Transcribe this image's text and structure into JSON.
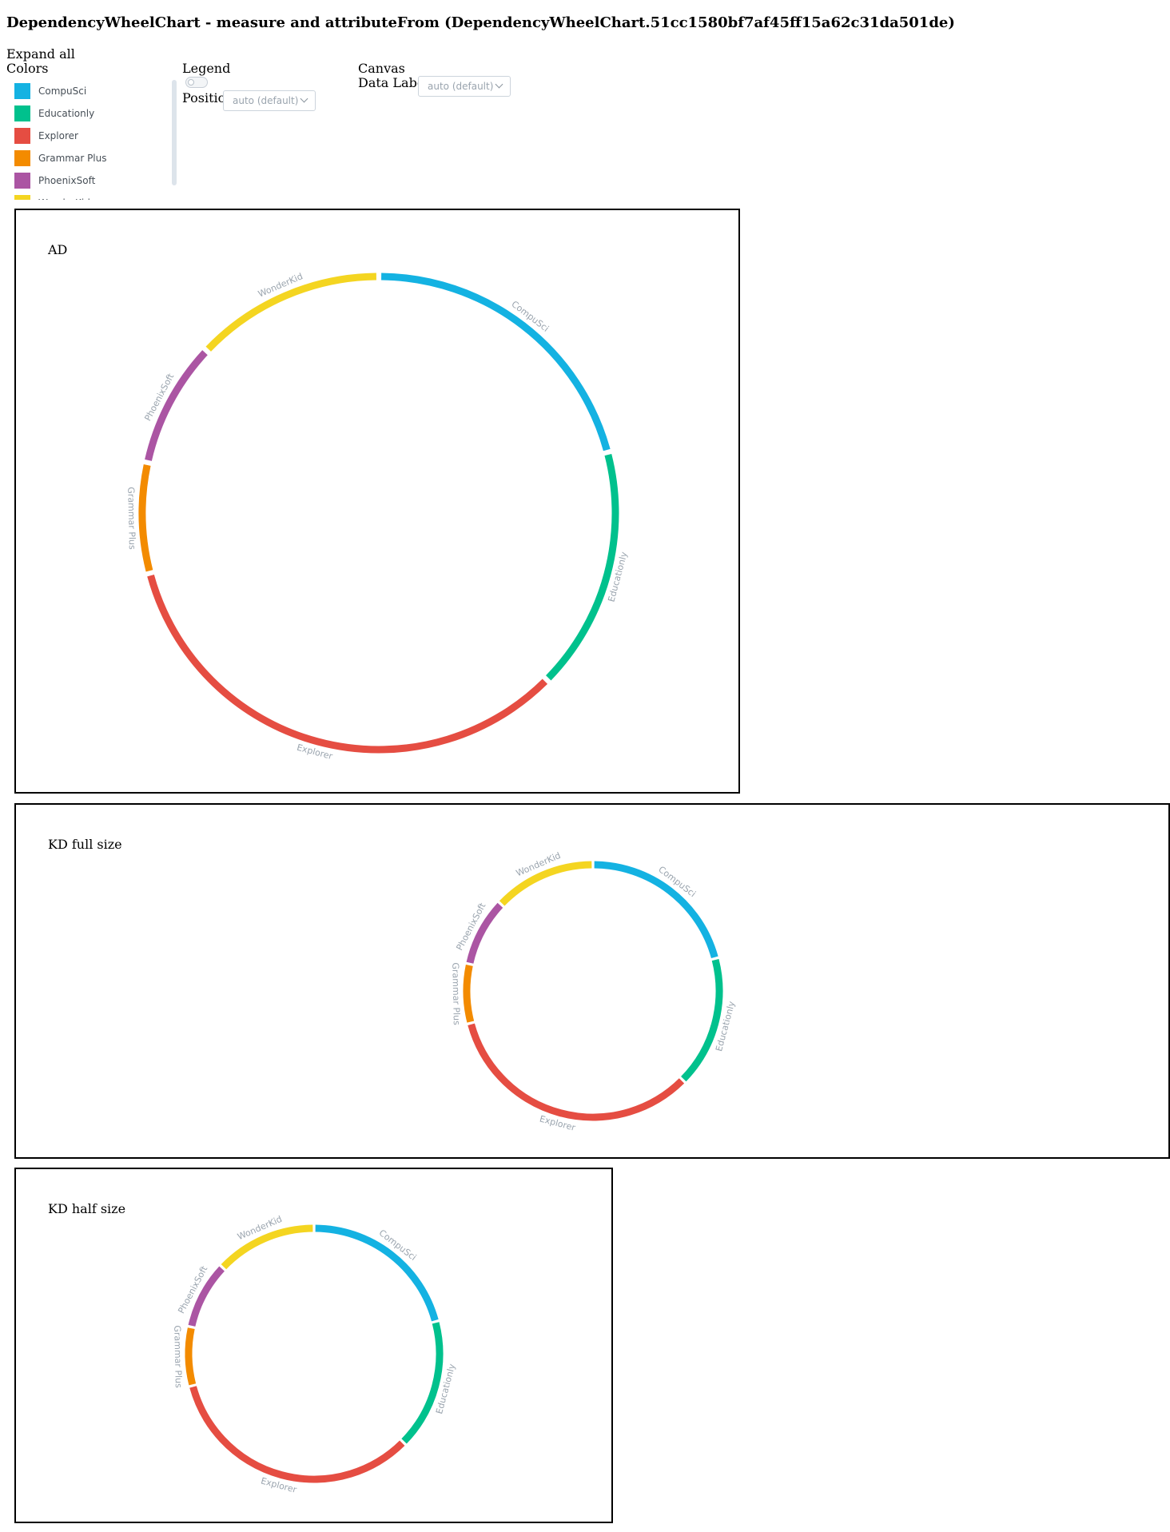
{
  "page": {
    "title": "DependencyWheelChart - measure and attributeFrom (DependencyWheelChart.51cc1580bf7af45ff15a62c31da501de)",
    "expand_all": "Expand all"
  },
  "controls": {
    "colors_label": "Colors",
    "legend_label": "Legend",
    "position_label": "Position",
    "position_value": "auto (default)",
    "canvas_label": "Canvas",
    "data_labels_label": "Data Labels",
    "data_labels_value": "auto (default)",
    "legend_enabled": false
  },
  "colors": [
    {
      "name": "CompuSci",
      "color": "#14b2e2"
    },
    {
      "name": "Educationly",
      "color": "#00c18d"
    },
    {
      "name": "Explorer",
      "color": "#e54d42"
    },
    {
      "name": "Grammar Plus",
      "color": "#f38b00"
    },
    {
      "name": "PhoenixSoft",
      "color": "#ab55a3"
    },
    {
      "name": "WonderKid",
      "color": "#f4d521"
    }
  ],
  "charts": [
    {
      "title": "AD"
    },
    {
      "title": "KD full size"
    },
    {
      "title": "KD half size"
    }
  ],
  "chart_data": {
    "type": "dependency-wheel",
    "nodes": [
      {
        "name": "CompuSci",
        "share": 0.2087,
        "color": "#14b2e2"
      },
      {
        "name": "Educationly",
        "share": 0.1657,
        "color": "#00c18d"
      },
      {
        "name": "Explorer",
        "share": 0.3347,
        "color": "#e54d42"
      },
      {
        "name": "Grammar Plus",
        "share": 0.0751,
        "color": "#f38b00"
      },
      {
        "name": "PhoenixSoft",
        "share": 0.0861,
        "color": "#ab55a3"
      },
      {
        "name": "WonderKid",
        "share": 0.1297,
        "color": "#f4d521"
      }
    ],
    "data_labels": true,
    "legend": false
  }
}
